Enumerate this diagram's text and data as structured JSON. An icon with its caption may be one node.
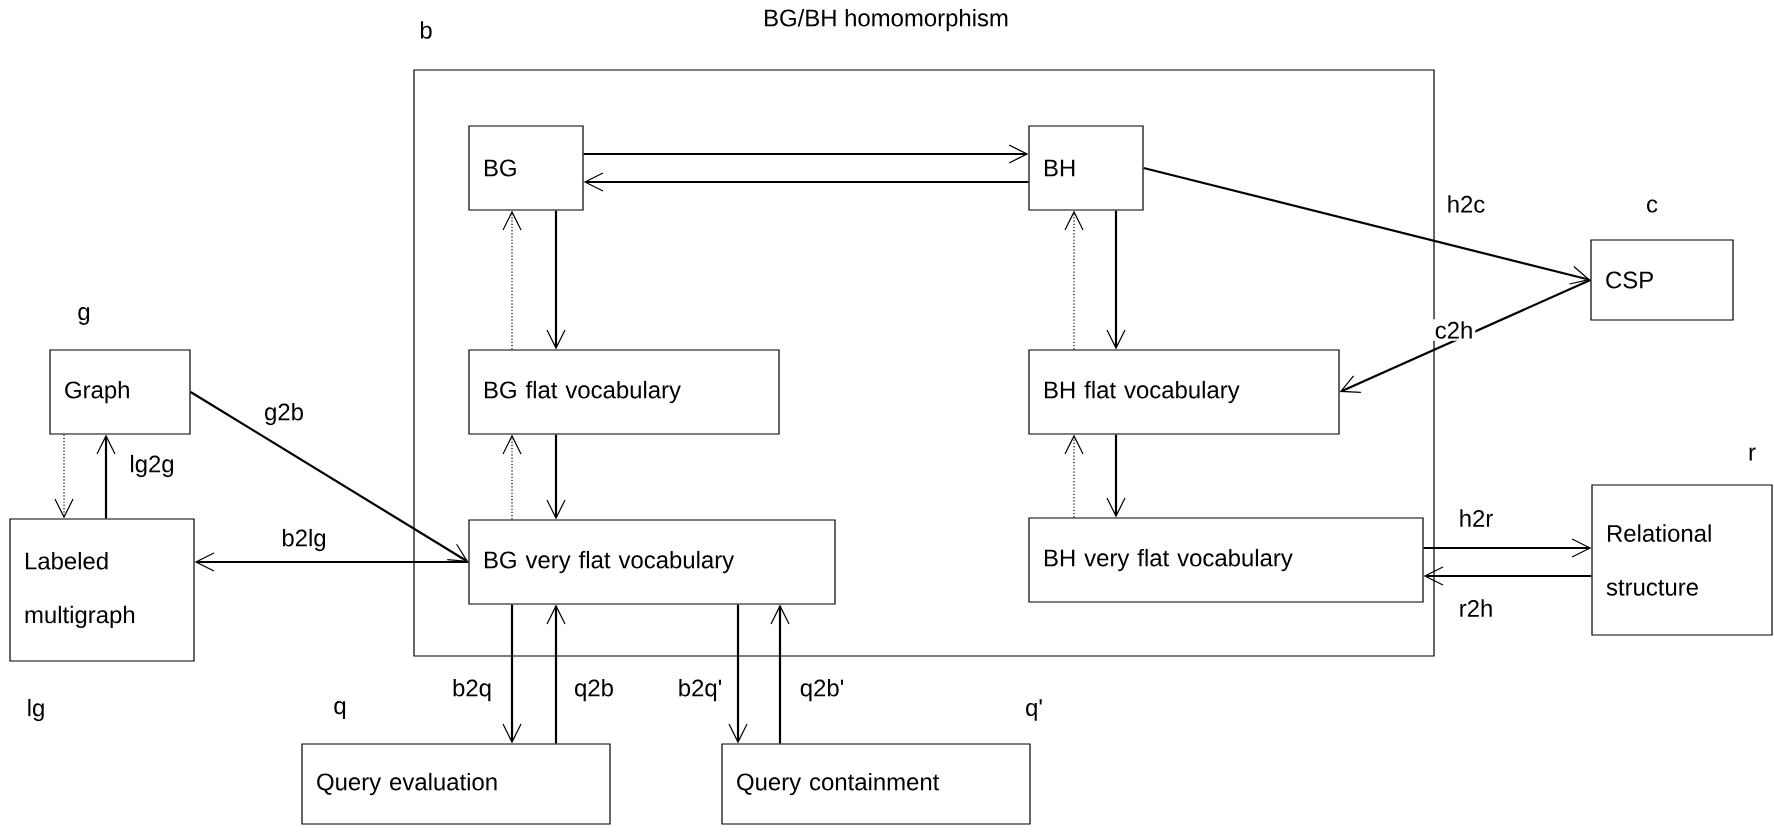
{
  "diagram": {
    "nodes": [
      {
        "text": [
          "BG/BH homomorphism"
        ],
        "beside": [
          "b"
        ]
      },
      {
        "text": [
          "BG"
        ],
        "in": 0
      },
      {
        "text": [
          "BH"
        ],
        "in": 0
      },
      {
        "text": [
          "BG flat vocabulary"
        ],
        "in": 0
      },
      {
        "text": [
          "BH flat vocabulary"
        ],
        "in": 0
      },
      {
        "text": [
          "BG very flat vocabulary"
        ],
        "in": 0
      },
      {
        "text": [
          "BH very flat vocabulary"
        ],
        "in": 0
      },
      {
        "text": [
          "Graph"
        ],
        "beside": [
          "g"
        ]
      },
      {
        "text": [
          "Labeled multigraph"
        ],
        "beside": [
          "lg"
        ]
      },
      {
        "text": [
          "CSP"
        ],
        "beside": [
          "c"
        ]
      },
      {
        "text": [
          "Relational structure"
        ],
        "beside": [
          "r"
        ]
      },
      {
        "text": [
          "Query evaluation"
        ],
        "beside": [
          "q"
        ]
      },
      {
        "text": [
          "Query containment"
        ],
        "beside": [
          "q'"
        ]
      }
    ],
    "edges": [
      {
        "from": 1,
        "to": 2,
        "arrow": "to"
      },
      {
        "from": 2,
        "to": 1,
        "arrow": "to"
      },
      {
        "from": 1,
        "to": 3,
        "arrow": "to"
      },
      {
        "from": 3,
        "to": 1,
        "arrow": "to",
        "style": "dashed"
      },
      {
        "from": 3,
        "to": 5,
        "arrow": "to"
      },
      {
        "from": 5,
        "to": 3,
        "arrow": "to",
        "style": "dashed"
      },
      {
        "from": 2,
        "to": 4,
        "arrow": "to"
      },
      {
        "from": 4,
        "to": 2,
        "arrow": "to",
        "style": "dashed"
      },
      {
        "from": 4,
        "to": 6,
        "arrow": "to"
      },
      {
        "from": 6,
        "to": 4,
        "arrow": "to",
        "style": "dashed"
      },
      {
        "from": 2,
        "to": 9,
        "arrow": "to",
        "label": "h2c"
      },
      {
        "from": 9,
        "to": 4,
        "arrow": "to",
        "label": "c2h"
      },
      {
        "from": 6,
        "to": 10,
        "arrow": "to",
        "label": "h2r"
      },
      {
        "from": 10,
        "to": 6,
        "arrow": "to",
        "label": "r2h"
      },
      {
        "from": 7,
        "to": 5,
        "arrow": "to",
        "label": "g2b"
      },
      {
        "from": 5,
        "to": 8,
        "arrow": "to",
        "label": "b2lg"
      },
      {
        "from": 8,
        "to": 7,
        "arrow": "to",
        "label": "lg2g"
      },
      {
        "from": 7,
        "to": 8,
        "arrow": "to",
        "style": "dashed"
      },
      {
        "from": 5,
        "to": 11,
        "arrow": "to",
        "label": "b2q"
      },
      {
        "from": 11,
        "to": 5,
        "arrow": "to",
        "label": "q2b"
      },
      {
        "from": 5,
        "to": 12,
        "arrow": "to",
        "label": "b2q'"
      },
      {
        "from": 12,
        "to": 5,
        "arrow": "to",
        "label": "q2b'"
      }
    ]
  }
}
